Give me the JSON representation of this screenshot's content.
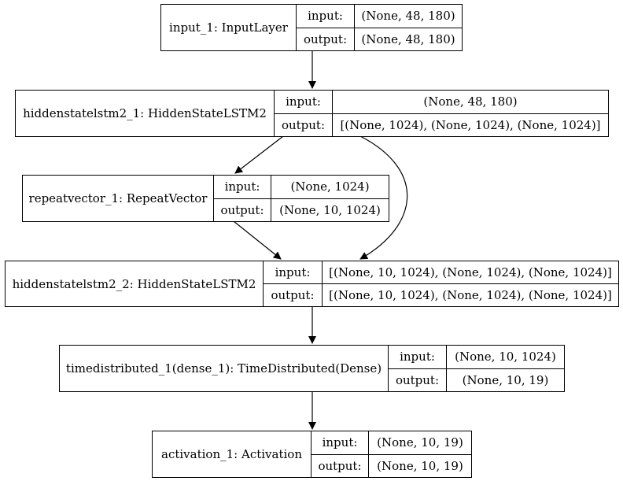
{
  "layers": [
    {
      "name": "input_1: InputLayer",
      "input_label": "input:",
      "output_label": "output:",
      "input_shape": "(None, 48, 180)",
      "output_shape": "(None, 48, 180)"
    },
    {
      "name": "hiddenstatelstm2_1: HiddenStateLSTM2",
      "input_label": "input:",
      "output_label": "output:",
      "input_shape": "(None, 48, 180)",
      "output_shape": "[(None, 1024), (None, 1024), (None, 1024)]"
    },
    {
      "name": "repeatvector_1: RepeatVector",
      "input_label": "input:",
      "output_label": "output:",
      "input_shape": "(None, 1024)",
      "output_shape": "(None, 10, 1024)"
    },
    {
      "name": "hiddenstatelstm2_2: HiddenStateLSTM2",
      "input_label": "input:",
      "output_label": "output:",
      "input_shape": "[(None, 10, 1024), (None, 1024), (None, 1024)]",
      "output_shape": "[(None, 10, 1024), (None, 1024), (None, 1024)]"
    },
    {
      "name": "timedistributed_1(dense_1): TimeDistributed(Dense)",
      "input_label": "input:",
      "output_label": "output:",
      "input_shape": "(None, 10, 1024)",
      "output_shape": "(None, 10, 19)"
    },
    {
      "name": "activation_1: Activation",
      "input_label": "input:",
      "output_label": "output:",
      "input_shape": "(None, 10, 19)",
      "output_shape": "(None, 10, 19)"
    }
  ],
  "edges": [
    {
      "from": "input_1: InputLayer",
      "to": "hiddenstatelstm2_1: HiddenStateLSTM2"
    },
    {
      "from": "hiddenstatelstm2_1: HiddenStateLSTM2",
      "to": "repeatvector_1: RepeatVector"
    },
    {
      "from": "hiddenstatelstm2_1: HiddenStateLSTM2",
      "to": "hiddenstatelstm2_2: HiddenStateLSTM2"
    },
    {
      "from": "repeatvector_1: RepeatVector",
      "to": "hiddenstatelstm2_2: HiddenStateLSTM2"
    },
    {
      "from": "hiddenstatelstm2_2: HiddenStateLSTM2",
      "to": "timedistributed_1(dense_1): TimeDistributed(Dense)"
    },
    {
      "from": "timedistributed_1(dense_1): TimeDistributed(Dense)",
      "to": "activation_1: Activation"
    }
  ]
}
